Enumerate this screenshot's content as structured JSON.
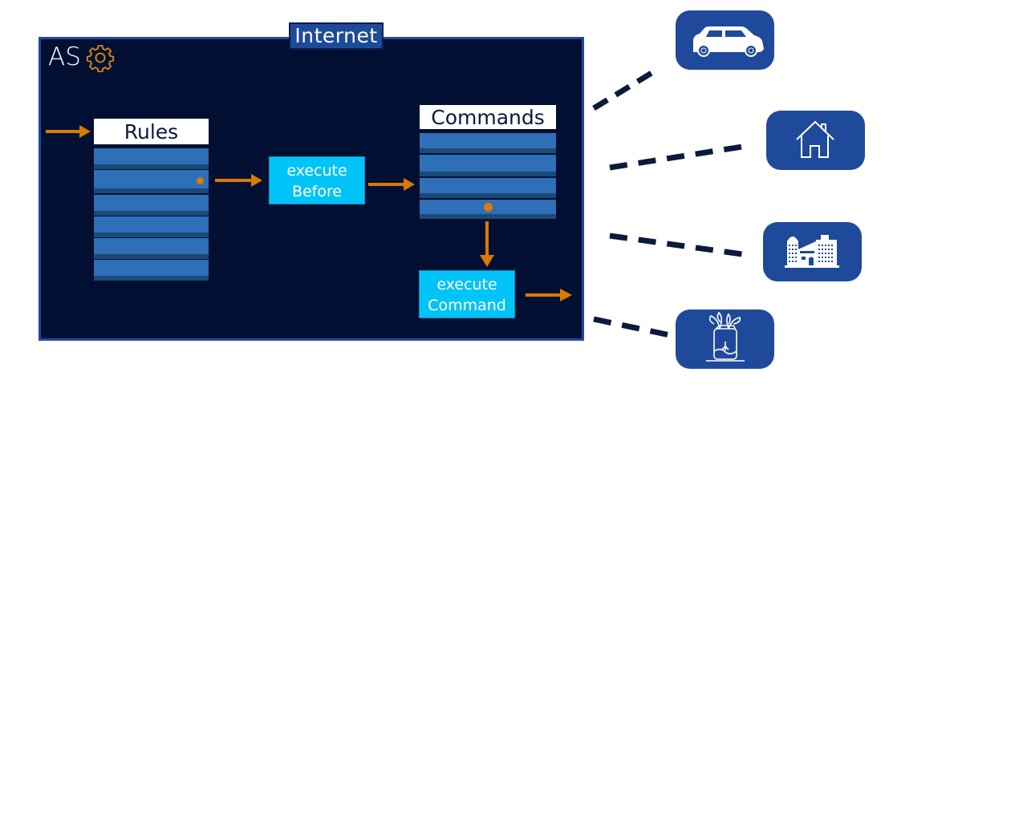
{
  "diagram": {
    "container": {
      "label": "AS",
      "icon": "gear-icon"
    },
    "network_tab": {
      "label": "Internet"
    },
    "rules": {
      "title": "Rules",
      "row_count": 6,
      "selected_row": 2
    },
    "commands": {
      "title": "Commands",
      "row_count": 4,
      "selected_row": 4
    },
    "execute_before": {
      "line1": "execute",
      "line2": "Before"
    },
    "execute_command": {
      "line1": "execute",
      "line2": "Command"
    },
    "devices": [
      {
        "name": "car",
        "icon": "car-icon"
      },
      {
        "name": "home",
        "icon": "house-icon"
      },
      {
        "name": "buildings",
        "icon": "buildings-icon"
      },
      {
        "name": "plant",
        "icon": "plant-pot-icon"
      }
    ],
    "colors": {
      "container_bg": "#011032",
      "container_border": "#1f4a9b",
      "row_fill": "#2e6fb8",
      "exec_box": "#00c3f7",
      "arrow": "#d97a06",
      "device_bg": "#1f4a9b",
      "dash": "#0a1a3a"
    }
  }
}
